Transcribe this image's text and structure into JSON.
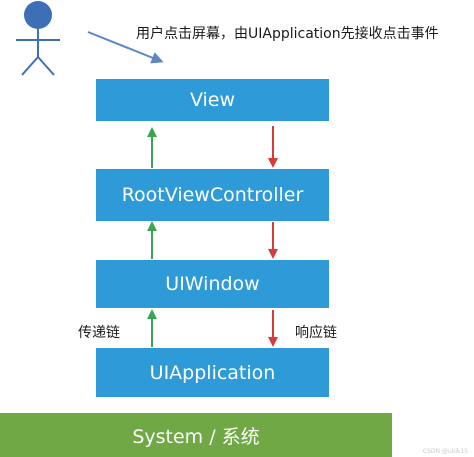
{
  "caption": "用户点击屏幕，由UIApplication先接收点击事件",
  "boxes": {
    "view": "View",
    "root_view_controller": "RootViewController",
    "ui_window": "UIWindow",
    "ui_application": "UIApplication"
  },
  "system": "System / 系统",
  "labels": {
    "pass_chain": "传递链",
    "response_chain": "响应链"
  },
  "watermark": "CSDN @ukik15",
  "colors": {
    "box": "#2e9bd8",
    "system": "#6fa844",
    "up_arrow": "#3aa655",
    "down_arrow": "#d93a3a",
    "person": "#3c6fb5",
    "pointer_arrow": "#5b85c4"
  }
}
